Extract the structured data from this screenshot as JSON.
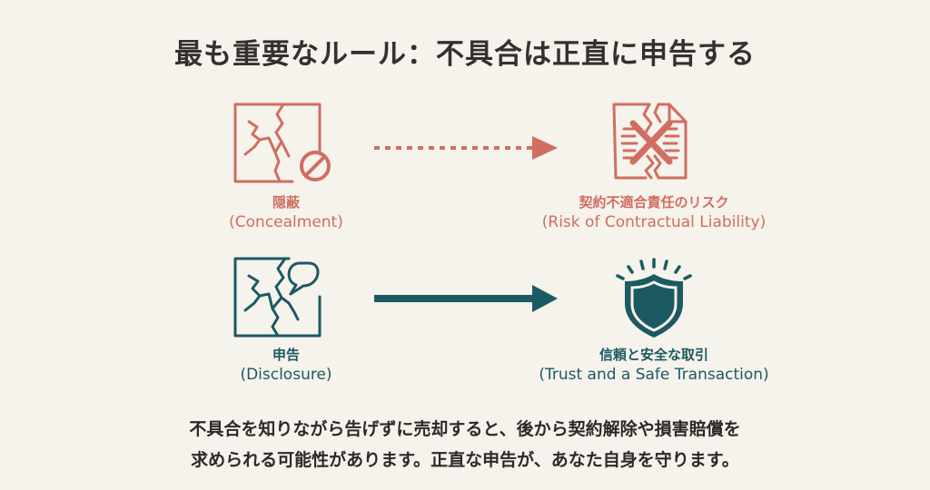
{
  "title": "最も重要なルール：不具合は正直に申告する",
  "colors": {
    "background": "#f6f2ec",
    "risk_red": "#cf6e61",
    "safe_teal": "#1b5a62",
    "text_dark": "#2c2a29"
  },
  "top_row": {
    "source": {
      "icon": "cracked-box-prohibited-icon",
      "label_jp": "隠蔽",
      "label_en": "(Concealment)"
    },
    "arrow": {
      "style": "dotted",
      "icon": "dotted-arrow-right-icon"
    },
    "target": {
      "icon": "torn-document-x-icon",
      "label_jp": "契約不適合責任のリスク",
      "label_en": "(Risk of Contractual Liability)"
    }
  },
  "bottom_row": {
    "source": {
      "icon": "cracked-box-speech-bubble-icon",
      "label_jp": "申告",
      "label_en": "(Disclosure)"
    },
    "arrow": {
      "style": "solid",
      "icon": "solid-arrow-right-icon"
    },
    "target": {
      "icon": "shining-shield-icon",
      "label_jp": "信頼と安全な取引",
      "label_en": "(Trust and a Safe Transaction)"
    }
  },
  "footer": {
    "line1": "不具合を知りながら告げずに売却すると、後から契約解除や損害賠償を",
    "line2": "求められる可能性があります。正直な申告が、あなた自身を守ります。"
  }
}
